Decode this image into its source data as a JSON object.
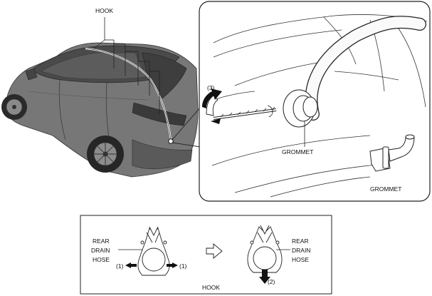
{
  "labels": {
    "hook_top": "HOOK",
    "step_3": "(3)",
    "grommet_detail": "GROMMET",
    "grommet_part": "GROMMET",
    "left_rear_drain_hose": [
      "REAR",
      "DRAIN",
      "HOSE"
    ],
    "left_step_1a": "(1)",
    "left_step_1b": "(1)",
    "right_rear_drain_hose": [
      "REAR",
      "DRAIN",
      "HOSE"
    ],
    "right_step_2": "(2)",
    "hook_bottom": "HOOK"
  },
  "colors": {
    "line": "#222222",
    "car_body": "#6e6e6e",
    "car_dark": "#3a3a3a",
    "panel_bg": "#ffffff"
  }
}
